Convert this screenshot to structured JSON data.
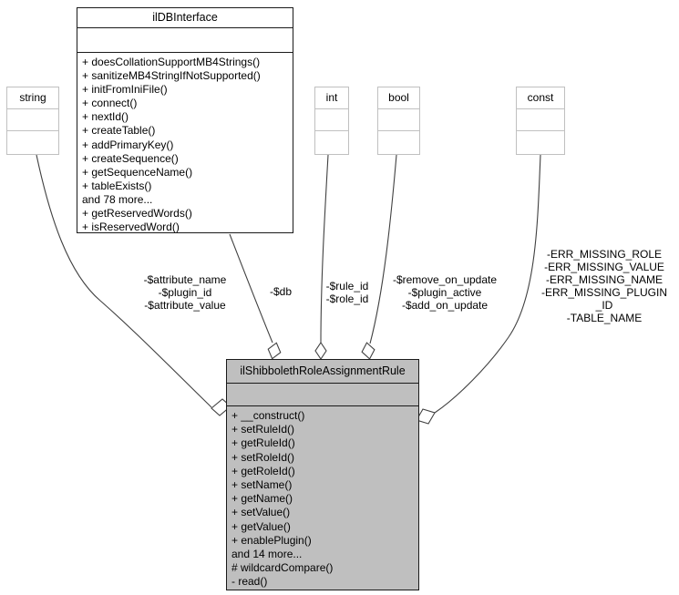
{
  "colors": {
    "node_border": "#1a1a1a",
    "type_border": "#c0c0c0",
    "edge": "#404040",
    "highlight_fill": "#bfbfbf",
    "node_fill": "#ffffff"
  },
  "ildb": {
    "title": "ilDBInterface",
    "methods": [
      "+ doesCollationSupportMB4Strings()",
      "+ sanitizeMB4StringIfNotSupported()",
      "+ initFromIniFile()",
      "+ connect()",
      "+ nextId()",
      "+ createTable()",
      "+ addPrimaryKey()",
      "+ createSequence()",
      "+ getSequenceName()",
      "+ tableExists()",
      "and 78 more...",
      "+ getReservedWords()",
      "+ isReservedWord()"
    ]
  },
  "rule": {
    "title": "ilShibbolethRoleAssignmentRule",
    "methods": [
      "+ __construct()",
      "+ setRuleId()",
      "+ getRuleId()",
      "+ setRoleId()",
      "+ getRoleId()",
      "+ setName()",
      "+ getName()",
      "+ setValue()",
      "+ getValue()",
      "+ enablePlugin()",
      "and 14 more...",
      "# wildcardCompare()",
      "- read()"
    ]
  },
  "types": {
    "string": "string",
    "int": "int",
    "bool": "bool",
    "const": "const"
  },
  "edge_labels": {
    "string_edge": [
      "-$attribute_name",
      "-$plugin_id",
      "-$attribute_value"
    ],
    "db_edge": [
      "-$db"
    ],
    "int_edge": [
      "-$rule_id",
      "-$role_id"
    ],
    "bool_edge": [
      "-$remove_on_update",
      "-$plugin_active",
      "-$add_on_update"
    ],
    "const_edge": [
      "-ERR_MISSING_ROLE",
      "-ERR_MISSING_VALUE",
      "-ERR_MISSING_NAME",
      "-ERR_MISSING_PLUGIN",
      "_ID",
      "-TABLE_NAME"
    ]
  }
}
